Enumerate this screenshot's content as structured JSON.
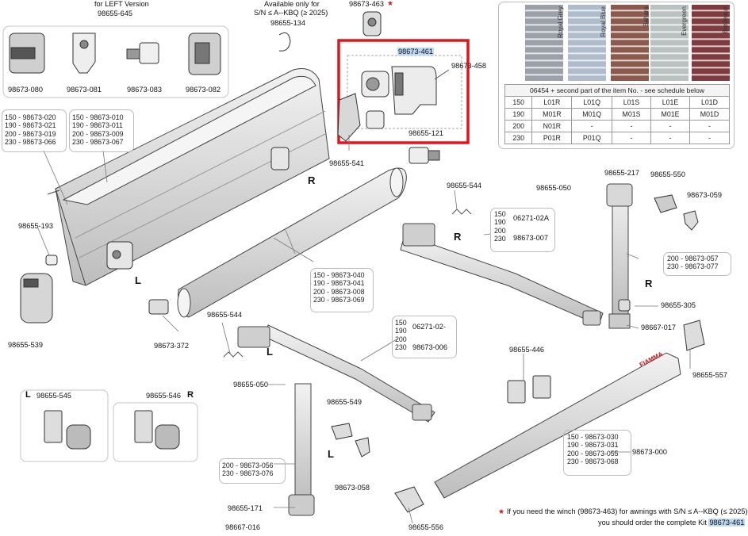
{
  "top": {
    "left_version_title": "for LEFT Version",
    "left_version_code": "98655-645",
    "left_parts": [
      "98673-080",
      "98673-081",
      "98673-083",
      "98673-082"
    ],
    "winch_star_label": "98673-463",
    "star": "★",
    "available_only_line1": "Available only for",
    "available_only_line2": "S/N ≤ A--KBQ (≥ 2025)",
    "available_only_code": "98655-134"
  },
  "kit": {
    "code": "98673-461",
    "part_458": "98673-458",
    "part_121": "98655-121"
  },
  "fabric": {
    "swatches": [
      {
        "name": "Royal Grey",
        "color": "#9aa1a8"
      },
      {
        "name": "Royal Blue",
        "color": "#aebccc"
      },
      {
        "name": "Sahara",
        "color": "#8b5a4c"
      },
      {
        "name": "Evergreen",
        "color": "#b9c2c1"
      },
      {
        "name": "Bordeaux",
        "color": "#7f3b3e"
      }
    ],
    "table_header": "06454 + second part of the item No. - see schedule below",
    "rows": [
      [
        "150",
        "L01R",
        "L01Q",
        "L01S",
        "L01E",
        "L01D"
      ],
      [
        "190",
        "M01R",
        "M01Q",
        "M01S",
        "M01E",
        "M01D"
      ],
      [
        "200",
        "N01R",
        "-",
        "-",
        "-",
        "-"
      ],
      [
        "230",
        "P01R",
        "P01Q",
        "-",
        "-",
        "-"
      ]
    ]
  },
  "labels": {
    "case_sizes_a": [
      "150 - 98673-020",
      "190 - 98673-021",
      "200 - 98673-019",
      "230 - 98673-066"
    ],
    "case_sizes_b": [
      "150 - 98673-010",
      "190 - 98673-011",
      "200 - 98673-009",
      "230 - 98673-067"
    ],
    "roller_sizes": [
      "150 - 98673-040",
      "190 - 98673-041",
      "200 - 98673-008",
      "230 - 98673-069"
    ],
    "front_bar_sizes": [
      "150 - 98673-030",
      "190 - 98673-031",
      "200 - 98673-055",
      "230 - 98673-068"
    ],
    "arm_r_sizes": [
      "150",
      "190",
      "200",
      "230"
    ],
    "arm_r_code_a": "06271-02A",
    "arm_r_code_b": "98673-007",
    "arm_l_sizes": [
      "150",
      "190",
      "200",
      "230"
    ],
    "arm_l_code_a": "06271-02-",
    "arm_l_code_b": "98673-006",
    "leg_r_sizes": [
      "200 - 98673-057",
      "230 - 98673-077"
    ],
    "leg_l_sizes": [
      "200 - 98673-056",
      "230 - 98673-076"
    ],
    "p541": "98655-541",
    "p544a": "98655-544",
    "p544b": "98655-544",
    "p193": "98655-193",
    "p539": "98655-539",
    "p372": "98673-372",
    "p217": "98655-217",
    "p550": "98655-550",
    "p050a": "98655-050",
    "p059": "98673-059",
    "p305": "98655-305",
    "p017a": "98667-017",
    "p557": "98655-557",
    "p446": "98655-446",
    "p000": "98673-000",
    "p050b": "98655-050",
    "p549": "98655-549",
    "p058": "98673-058",
    "p171": "98655-171",
    "p016": "98667-016",
    "p556": "98655-556",
    "p545": "98655-545",
    "p546": "98655-546",
    "R": "R",
    "L": "L",
    "brand": "FIAMMA"
  },
  "note": {
    "star": "★",
    "line1": "If you need the winch (98673-463) for awnings with S/N ≤ A--KBQ (≤ 2025)",
    "line2_prefix": "you should order the complete Kit",
    "line2_code": "98673-461"
  }
}
